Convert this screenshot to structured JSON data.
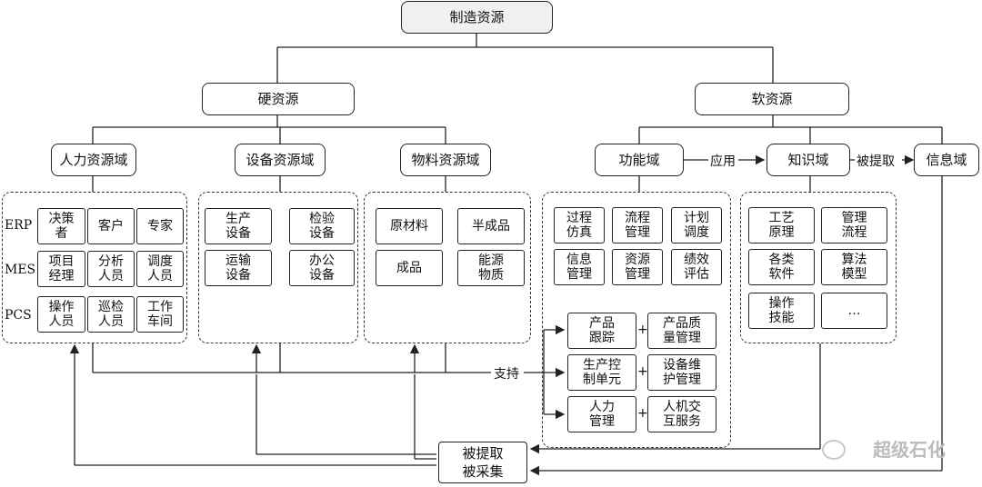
{
  "root": "制造资源",
  "hard": {
    "title": "硬资源",
    "domains": {
      "human": "人力资源域",
      "equipment": "设备资源域",
      "material": "物料资源域"
    },
    "row_labels": [
      "ERP",
      "MES",
      "PCS"
    ],
    "human_items": [
      "决策\n者",
      "客户",
      "专家",
      "项目\n经理",
      "分析\n人员",
      "调度\n人员",
      "操作\n人员",
      "巡检\n人员",
      "工作\n车间"
    ],
    "equipment_items": [
      "生产\n设备",
      "检验\n设备",
      "运输\n设备",
      "办公\n设备"
    ],
    "material_items": [
      "原材料",
      "半成品",
      "成品",
      "能源\n物质"
    ]
  },
  "soft": {
    "title": "软资源",
    "domains": {
      "function": "功能域",
      "knowledge": "知识域",
      "info": "信息域"
    },
    "function_items": [
      "过程\n仿真",
      "流程\n管理",
      "计划\n调度",
      "信息\n管理",
      "资源\n管理",
      "绩效\n评估"
    ],
    "support_items": [
      "产品\n跟踪",
      "产品质\n量管理",
      "生产控\n制单元",
      "设备维\n护管理",
      "人力\n管理",
      "人机交\n互服务"
    ],
    "plus": "+",
    "knowledge_items": [
      "工艺\n原理",
      "管理\n流程",
      "各类\n软件",
      "算法\n模型",
      "操作\n技能",
      "…"
    ]
  },
  "edges": {
    "apply": "应用",
    "extracted": "被提取",
    "support": "支持"
  },
  "collect_box": "被提取\n被采集",
  "watermark": "超级石化"
}
